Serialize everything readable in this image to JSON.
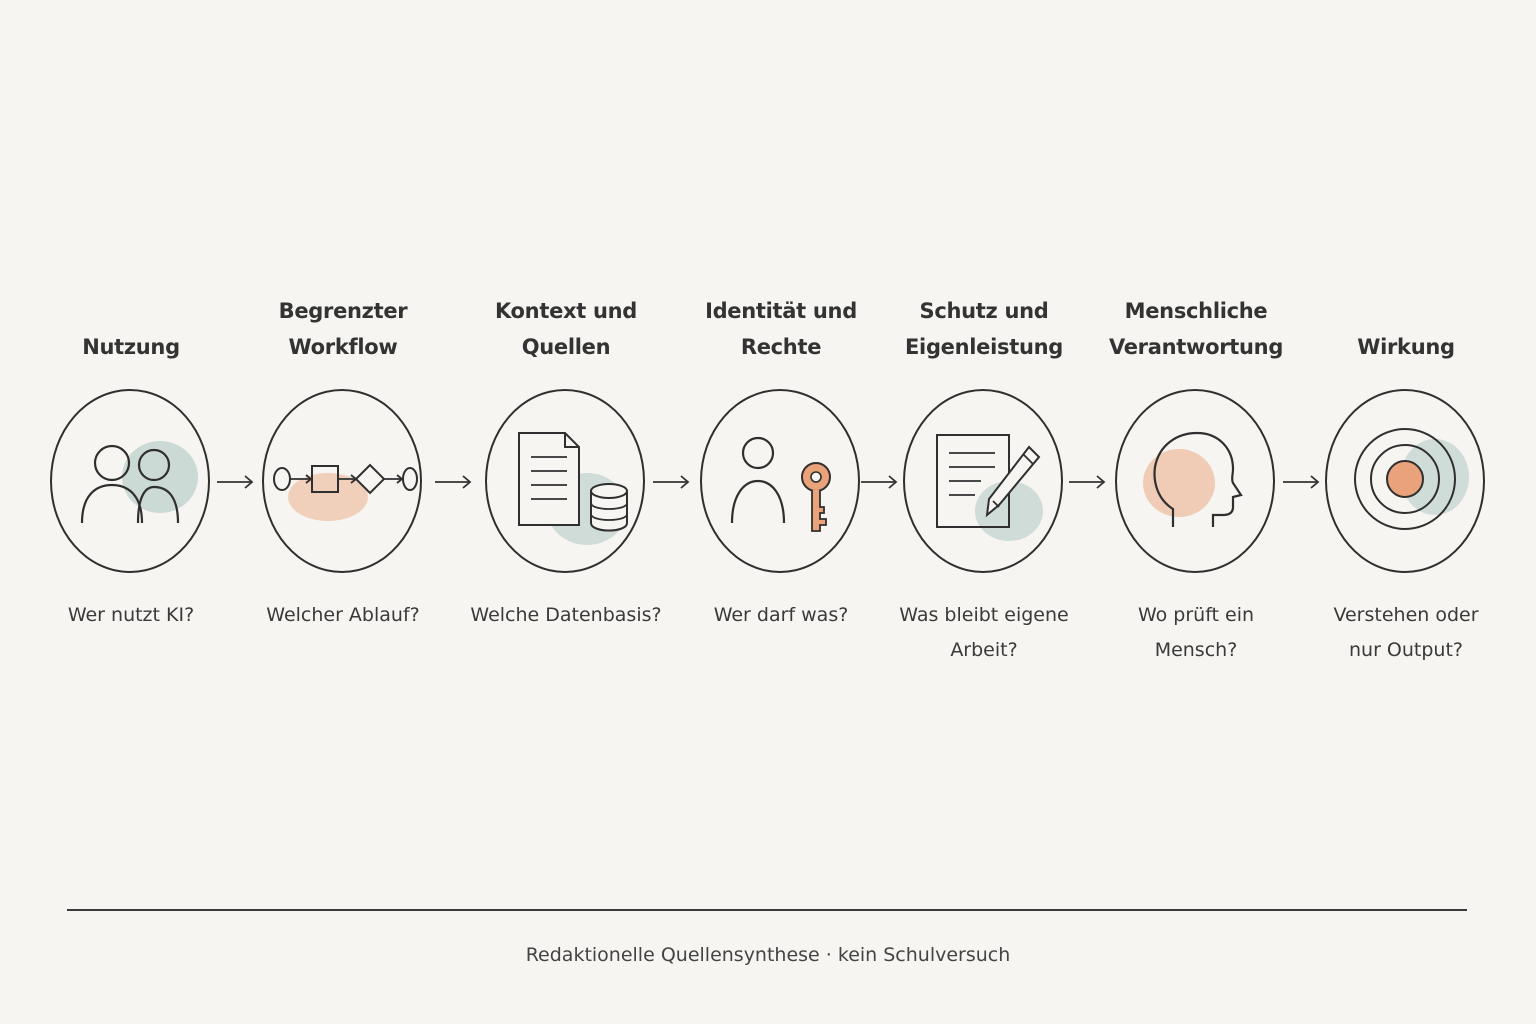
{
  "steps": [
    {
      "title": "Nutzung",
      "question": "Wer nutzt KI?",
      "icon": "users-icon"
    },
    {
      "title": "Begrenzter\nWorkflow",
      "question": "Welcher Ablauf?",
      "icon": "workflow-icon"
    },
    {
      "title": "Kontext und\nQuellen",
      "question": "Welche Datenbasis?",
      "icon": "document-database-icon"
    },
    {
      "title": "Identität und\nRechte",
      "question": "Wer darf was?",
      "icon": "user-key-icon"
    },
    {
      "title": "Schutz und\nEigenleistung",
      "question": "Was bleibt eigene\nArbeit?",
      "icon": "document-pencil-icon"
    },
    {
      "title": "Menschliche\nVerantwortung",
      "question": "Wo prüft ein\nMensch?",
      "icon": "human-head-icon"
    },
    {
      "title": "Wirkung",
      "question": "Verstehen oder\nnur Output?",
      "icon": "target-icon"
    }
  ],
  "footer": "Redaktionelle Quellensynthese · kein Schulversuch",
  "colors": {
    "background": "#f6f5f1",
    "line": "#2f2f2f",
    "accent_orange": "#e9a27a",
    "accent_teal": "#a9c3c0"
  }
}
